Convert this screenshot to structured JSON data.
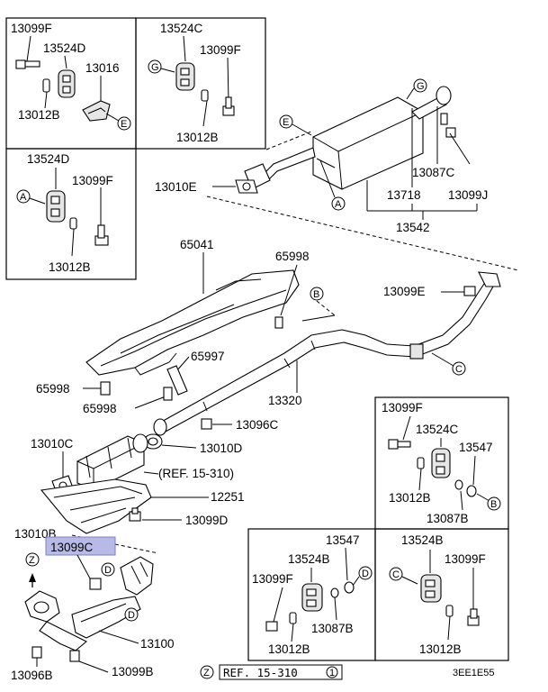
{
  "labels": {
    "tl_13099F": "13099F",
    "tl_13524D": "13524D",
    "tl_13016": "13016",
    "tl_13012B": "13012B",
    "tm_13524C": "13524C",
    "tm_13099F": "13099F",
    "tm_13012B": "13012B",
    "ml_13524D": "13524D",
    "ml_13099F": "13099F",
    "ml_13012B": "13012B",
    "muffler_13010E": "13010E",
    "muffler_13087C": "13087C",
    "muffler_13718": "13718",
    "muffler_13099J": "13099J",
    "muffler_13542": "13542",
    "p65041": "65041",
    "p65998_top": "65998",
    "p13099E": "13099E",
    "p65997": "65997",
    "p65998_left": "65998",
    "p65998_lower": "65998",
    "p13320": "13320",
    "p13096C": "13096C",
    "p13010C": "13010C",
    "p13010D": "13010D",
    "ref_15_310": "(REF. 15-310)",
    "p12251": "12251",
    "p13099D": "13099D",
    "p13010B": "13010B",
    "p13099C": "13099C",
    "p13100": "13100",
    "p13096B": "13096B",
    "p13099B": "13099B",
    "ref_bottom": "REF. 15-310",
    "ref_bottom_num": "1",
    "rm_13099F": "13099F",
    "rm_13524C": "13524C",
    "rm_13547": "13547",
    "rm_13012B": "13012B",
    "rm_13087B": "13087B",
    "bc_13547": "13547",
    "bc_13524B": "13524B",
    "bc_13099F": "13099F",
    "bc_13087B": "13087B",
    "bc_13012B": "13012B",
    "br_13524B": "13524B",
    "br_13099F": "13099F",
    "br_13012B": "13012B",
    "code": "3EE1E55"
  },
  "callouts": {
    "A": "A",
    "B": "B",
    "C": "C",
    "D": "D",
    "E": "E",
    "G": "G",
    "Z": "Z"
  },
  "highlight_color": "#b7b9e6"
}
